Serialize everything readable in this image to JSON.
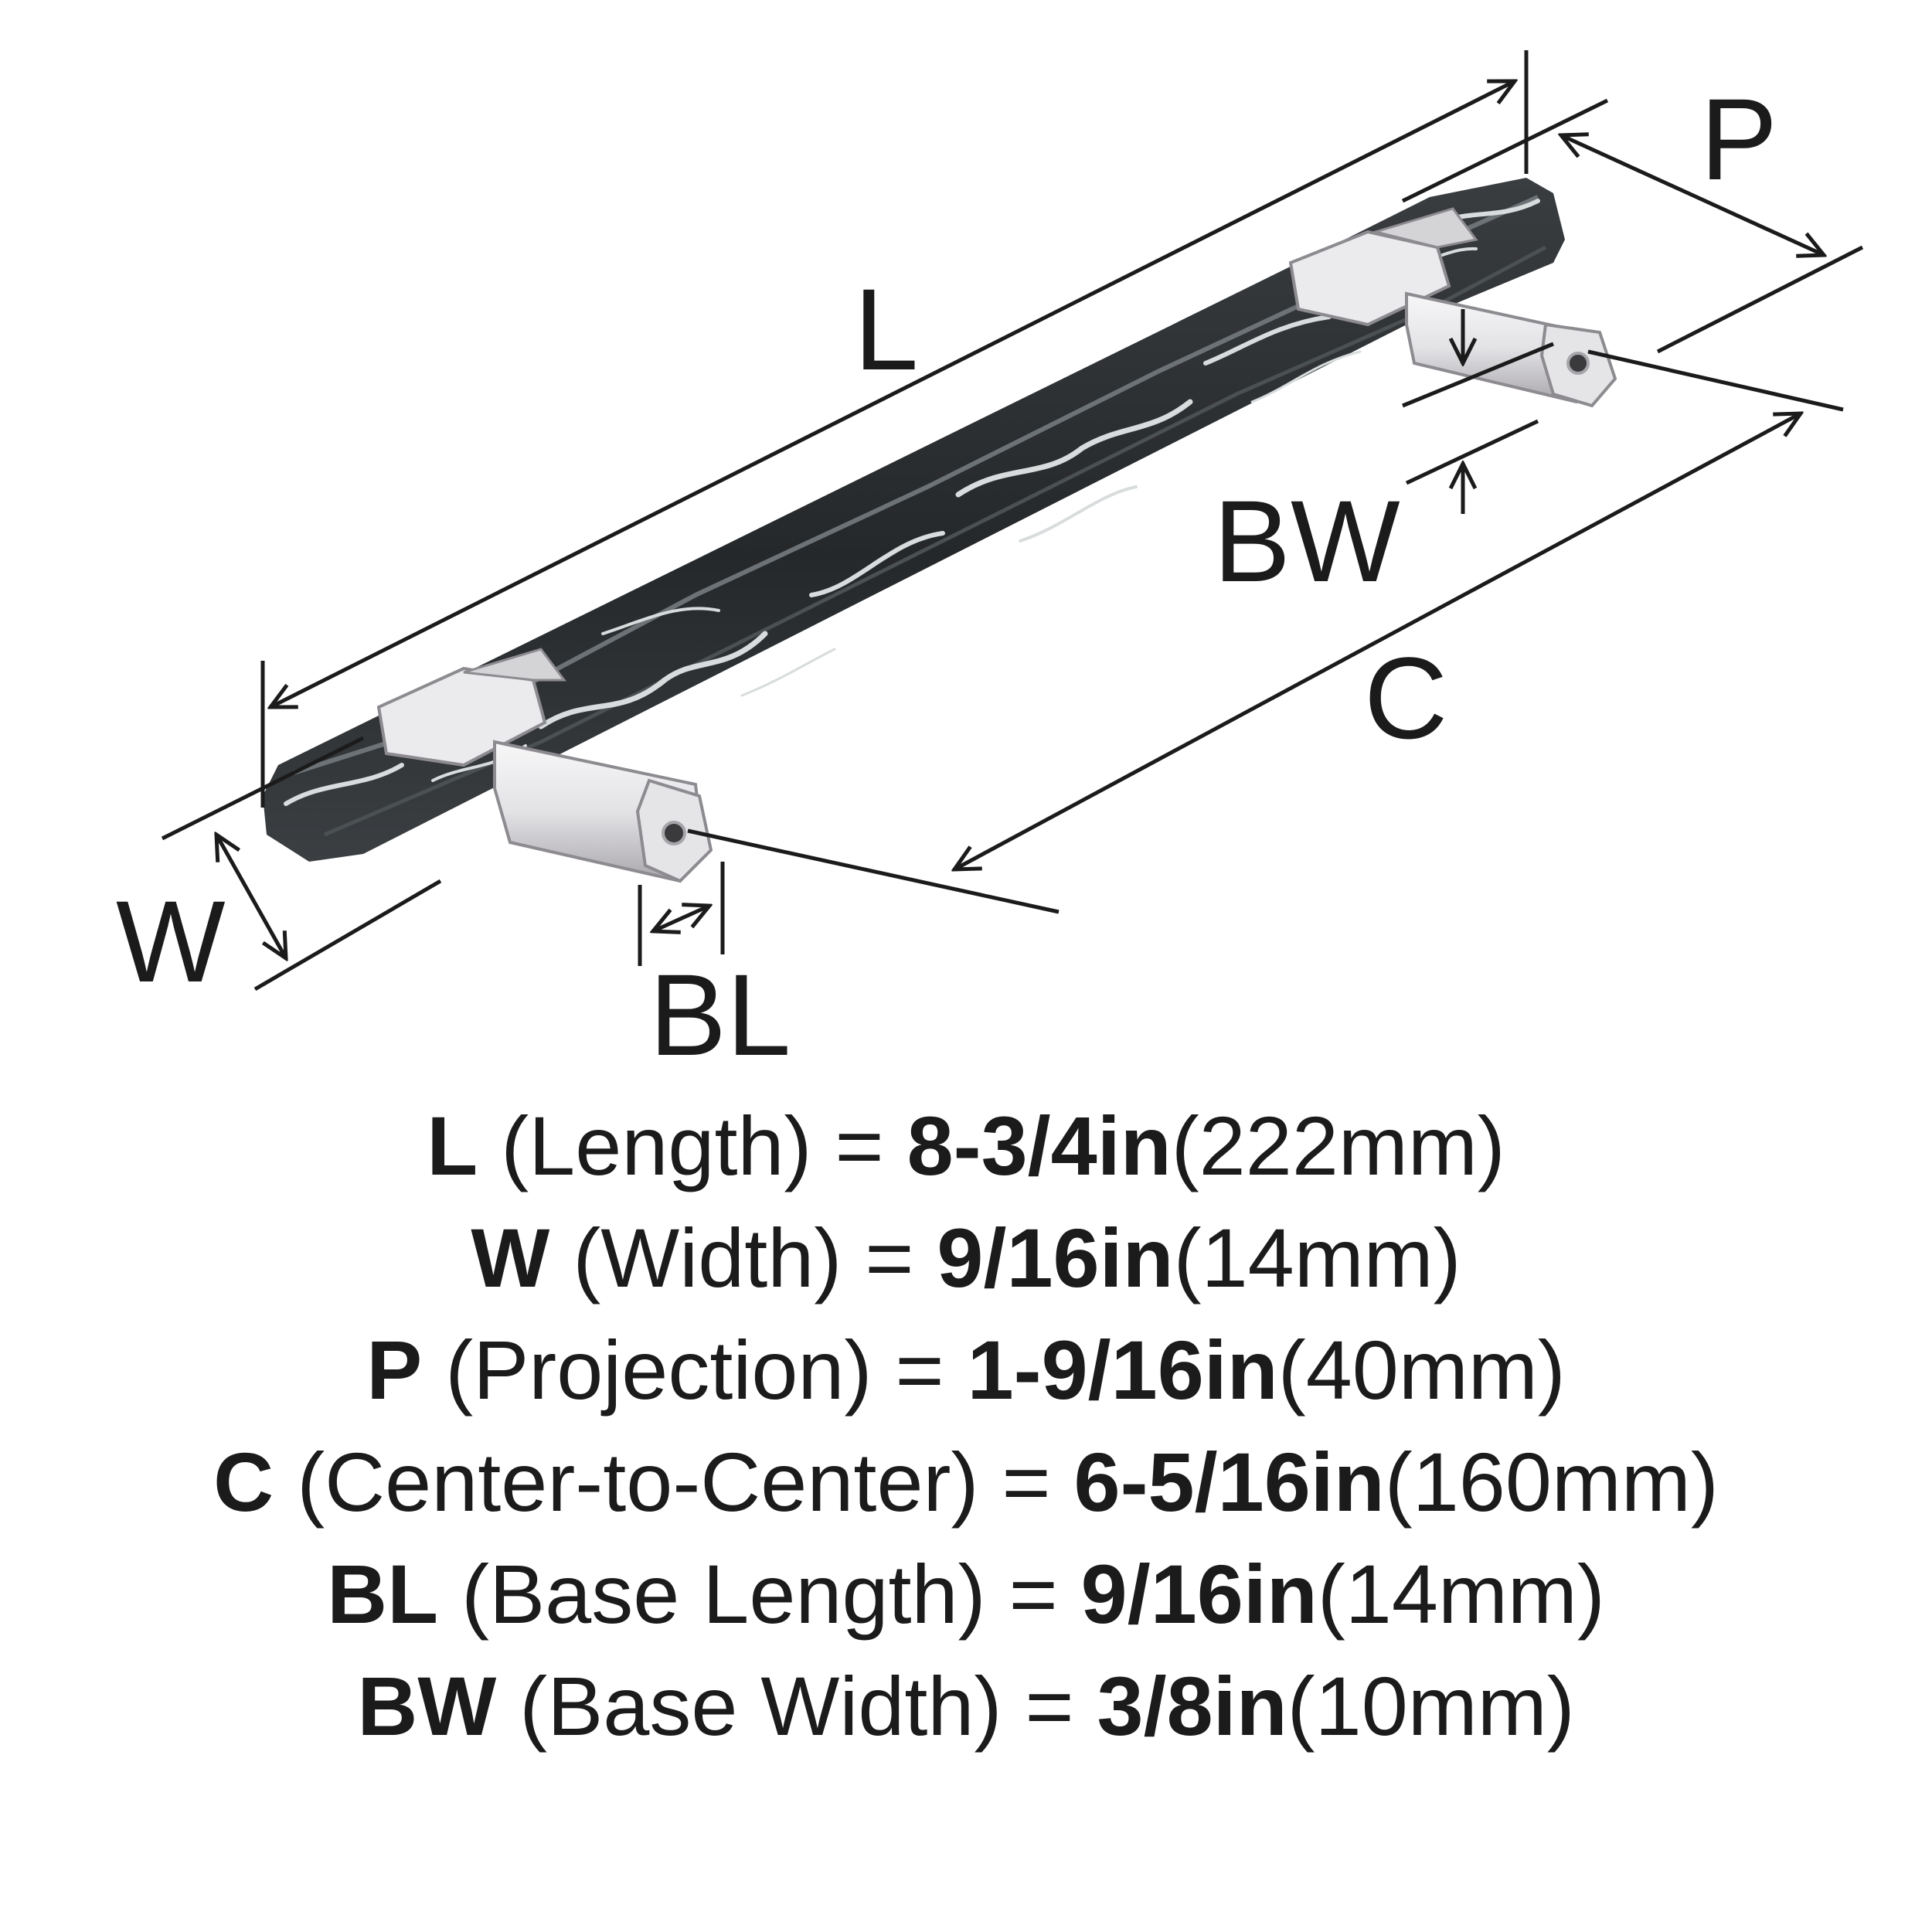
{
  "diagram": {
    "labels": {
      "length": "L",
      "width": "W",
      "projection": "P",
      "center_to_center": "C",
      "base_length": "BL",
      "base_width": "BW"
    }
  },
  "specs": [
    {
      "key": "L",
      "name": "(Length)",
      "imperial": "8-3/4in",
      "metric": "(222mm)"
    },
    {
      "key": "W",
      "name": "(Width)",
      "imperial": "9/16in",
      "metric": "(14mm)"
    },
    {
      "key": "P",
      "name": "(Projection)",
      "imperial": "1-9/16in",
      "metric": "(40mm)"
    },
    {
      "key": "C",
      "name": "(Center-to-Center)",
      "imperial": "6-5/16in",
      "metric": "(160mm)"
    },
    {
      "key": "BL",
      "name": "(Base Length)",
      "imperial": "9/16in",
      "metric": "(14mm)"
    },
    {
      "key": "BW",
      "name": "(Base Width)",
      "imperial": "3/8in",
      "metric": "(10mm)"
    }
  ],
  "colors": {
    "line": "#1b1b1b",
    "marble": "#2a2d2f",
    "marble_vein": "#d8dcdd",
    "chrome": "#e9e8ea",
    "chrome_shadow": "#8d8b90"
  }
}
